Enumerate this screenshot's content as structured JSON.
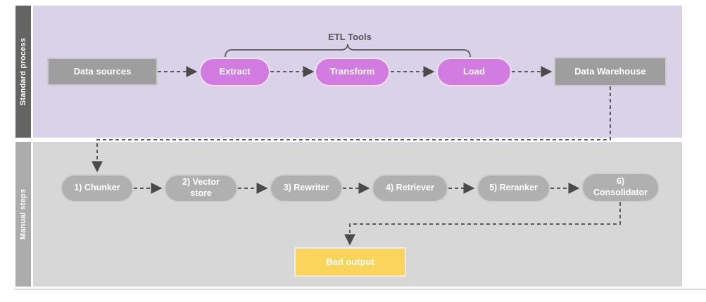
{
  "lanes": {
    "standard": {
      "label": "Standard process"
    },
    "manual": {
      "label": "Manual steps"
    }
  },
  "nodes": {
    "data_sources": {
      "label": "Data sources"
    },
    "extract": {
      "label": "Extract"
    },
    "transform": {
      "label": "Transform"
    },
    "load": {
      "label": "Load"
    },
    "data_warehouse": {
      "label": "Data Warehouse"
    },
    "chunker": {
      "label": "1) Chunker"
    },
    "vector_store": {
      "label": "2) Vector store"
    },
    "rewriter": {
      "label": "3) Rewriter"
    },
    "retriever": {
      "label": "4) Retriever"
    },
    "reranker": {
      "label": "5) Reranker"
    },
    "consolidator": {
      "label": "6) Consolidator"
    },
    "bad_output": {
      "label": "Bad output"
    }
  },
  "annotations": {
    "etl_tools": "ETL Tools"
  },
  "colors": {
    "standard_lane_bg": "#D9D2E9",
    "standard_lane_header": "#646464",
    "manual_lane_bg": "#D7D7D7",
    "manual_lane_header": "#ACACAC",
    "gray_node": "#9E9E9E",
    "magenta_node": "#D27BE1",
    "gray_step_node": "#B0B0B0",
    "bad_output_node": "#FBD45C",
    "connector": "#5B5B5B",
    "text_on_nodes": "#FFFFFF",
    "annotation_text": "#565656"
  }
}
